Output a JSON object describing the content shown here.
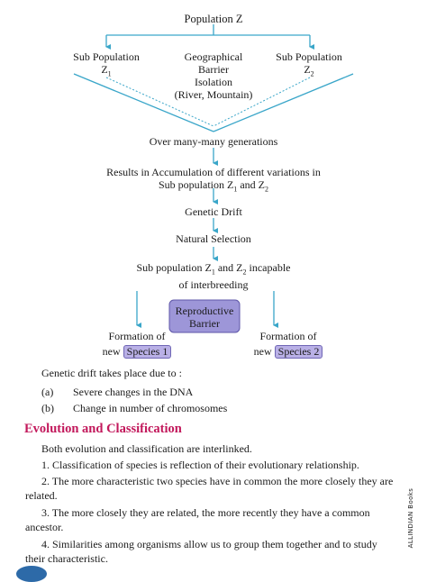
{
  "diagram": {
    "population": "Population Z",
    "sub_pop_left": "Sub Population",
    "sub_pop_left_name": "Z",
    "sub_pop_left_sub": "1",
    "barrier_line1": "Geographical",
    "barrier_line2": "Barrier",
    "barrier_line3": "Isolation",
    "barrier_line4": "(River, Mountain)",
    "sub_pop_right": "Sub Population",
    "sub_pop_right_name": "Z",
    "sub_pop_right_sub": "2",
    "generations": "Over many-many generations",
    "accum_line1": "Results in Accumulation of different variations in",
    "accum_line2_a": "Sub population Z",
    "accum_line2_sub1": "1",
    "accum_line2_b": " and Z",
    "accum_line2_sub2": "2",
    "genetic_drift": "Genetic Drift",
    "natural_selection": "Natural Selection",
    "incap_line1_a": "Sub population Z",
    "incap_line1_sub1": "1",
    "incap_line1_b": " and Z",
    "incap_line1_sub2": "2",
    "incap_line1_c": " incapable",
    "incap_line2": "of interbreeding",
    "repro_line1": "Reproductive",
    "repro_line2": "Barrier",
    "formation_left": "Formation of",
    "new_left": "new",
    "species1": "Species 1",
    "formation_right": "Formation of",
    "new_right": "new",
    "species2": "Species 2"
  },
  "drift_notes": {
    "intro": "Genetic drift takes place due to :",
    "a_label": "(a)",
    "a_text": "Severe changes in the DNA",
    "b_label": "(b)",
    "b_text": "Change in number of chromosomes"
  },
  "section": {
    "heading": "Evolution and Classification",
    "intro": "Both evolution and classification are interlinked.",
    "p1": "1. Classification of species is reflection of their evolutionary relationship.",
    "p2": "2. The more characteristic two species have in common the more closely they are related.",
    "p3": "3. The more closely they are related, the more recently they have a common ancestor.",
    "p4": "4. Similarities among organisms allow us to group them together and to study their characteristic."
  },
  "sidebar_text": "ALLINDIAN Books",
  "colors": {
    "arrow": "#3aa6c9",
    "heading": "#c2185b",
    "badge_fill": "#b9b0e6",
    "barrier_fill": "#9d96d8"
  }
}
